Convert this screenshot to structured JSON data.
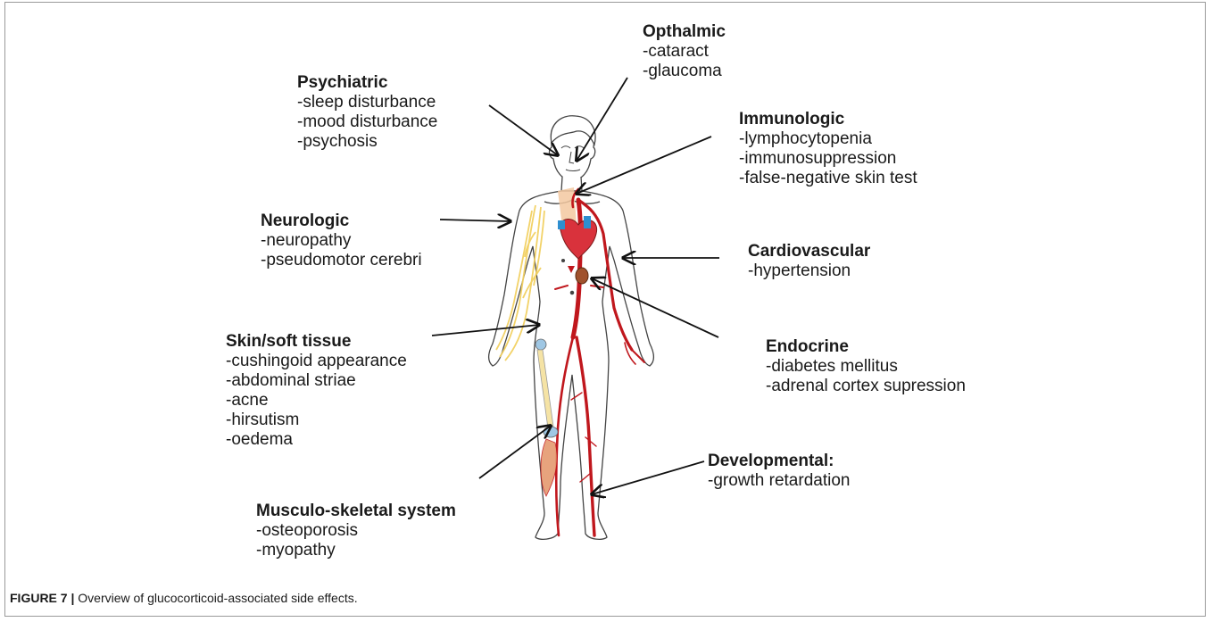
{
  "figure": {
    "caption_label": "FIGURE 7 |",
    "caption_text": " Overview of glucocorticoid-associated side effects."
  },
  "groups": {
    "opthalmic": {
      "title": "Opthalmic",
      "items": [
        "-cataract",
        "-glaucoma"
      ]
    },
    "psychiatric": {
      "title": "Psychiatric",
      "items": [
        "-sleep disturbance",
        "-mood disturbance",
        "-psychosis"
      ]
    },
    "immunologic": {
      "title": "Immunologic",
      "items": [
        "-lymphocytopenia",
        "-immunosuppression",
        "-false-negative skin test"
      ]
    },
    "neurologic": {
      "title": "Neurologic",
      "items": [
        "-neuropathy",
        "-pseudomotor cerebri"
      ]
    },
    "cardiovascular": {
      "title": "Cardiovascular",
      "items": [
        "-hypertension"
      ]
    },
    "skin": {
      "title": "Skin/soft tissue",
      "items": [
        "-cushingoid appearance",
        "-abdominal striae",
        "-acne",
        "-hirsutism",
        "-oedema"
      ]
    },
    "endocrine": {
      "title": "Endocrine",
      "items": [
        "-diabetes mellitus",
        "-adrenal cortex supression"
      ]
    },
    "developmental": {
      "title": "Developmental:",
      "items": [
        "-growth retardation"
      ]
    },
    "musculo": {
      "title": "Musculo-skeletal system",
      "items": [
        "-osteoporosis",
        "-myopathy"
      ]
    }
  },
  "colors": {
    "arteries": "#c0171d",
    "nerves": "#f2d060",
    "heart": "#d9323c",
    "lungs_vessels": "#2e8fd0",
    "bone": "#f5e3a5",
    "joint": "#9fc7e4",
    "muscle": "#e59a70",
    "kidney": "#a0522d",
    "outline": "#444444"
  }
}
